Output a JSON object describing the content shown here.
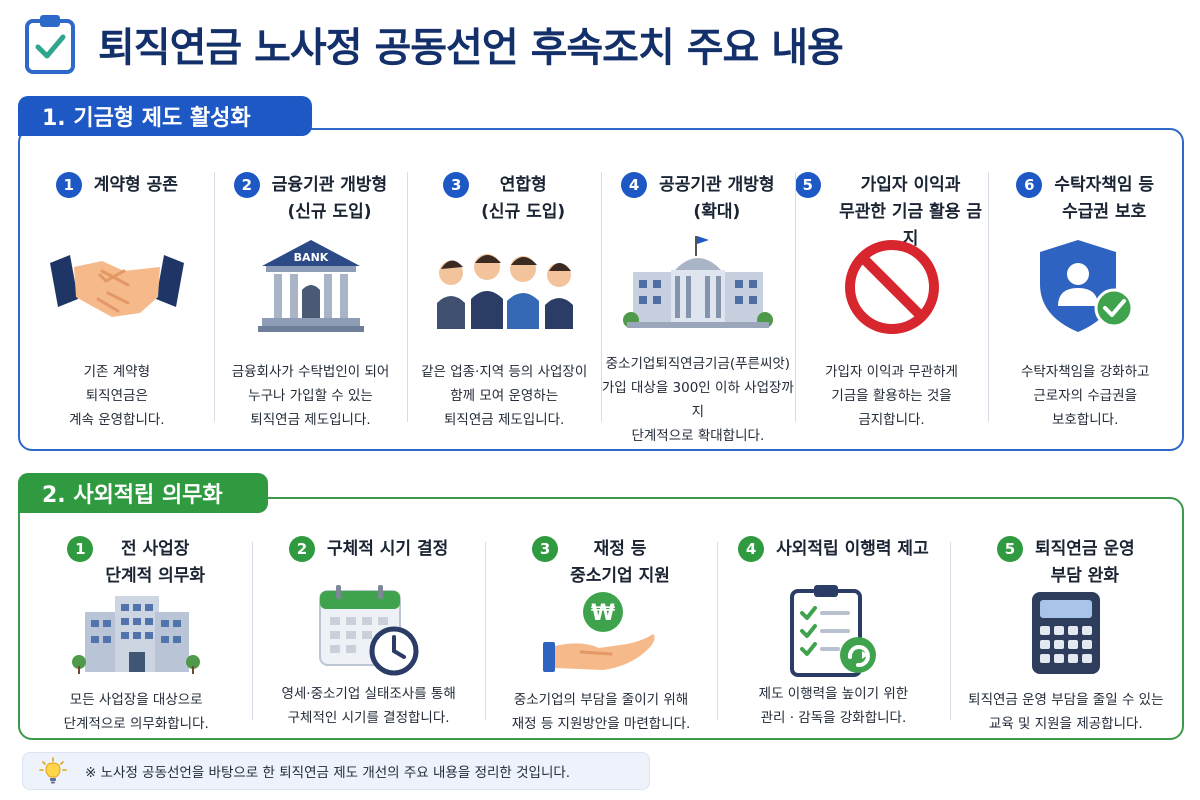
{
  "header": {
    "title": "퇴직연금 노사정 공동선언 후속조치 주요 내용",
    "icon": "clipboard-check-icon"
  },
  "section1": {
    "tab_label": "1. 기금형 제도 활성화",
    "color": "#1d58c4",
    "cards": [
      {
        "num": "1",
        "title": "계약형 공존",
        "icon": "handshake-icon",
        "desc": "기존 계약형\n퇴직연금은\n계속 운영합니다."
      },
      {
        "num": "2",
        "title": "금융기관 개방형\n(신규 도입)",
        "icon": "bank-icon",
        "bank_label": "BANK",
        "desc": "금융회사가 수탁법인이 되어\n누구나 가입할 수 있는\n퇴직연금 제도입니다."
      },
      {
        "num": "3",
        "title": "연합형\n(신규 도입)",
        "icon": "workers-group-icon",
        "desc": "같은 업종·지역 등의 사업장이\n함께 모여 운영하는\n퇴직연금 제도입니다."
      },
      {
        "num": "4",
        "title": "공공기관 개방형\n(확대)",
        "icon": "public-building-icon",
        "desc": "중소기업퇴직연금기금(푸른씨앗)\n가입 대상을 300인 이하 사업장까지\n단계적으로 확대합니다."
      },
      {
        "num": "5",
        "title": "가입자 이익과\n무관한 기금 활용 금지",
        "icon": "prohibited-icon",
        "desc": "가입자 이익과 무관하게\n기금을 활용하는 것을\n금지합니다."
      },
      {
        "num": "6",
        "title": "수탁자책임 등\n수급권 보호",
        "icon": "shield-user-icon",
        "desc": "수탁자책임을 강화하고\n근로자의 수급권을\n보호합니다."
      }
    ]
  },
  "section2": {
    "tab_label": "2. 사외적립 의무화",
    "color": "#2f9a3f",
    "cards": [
      {
        "num": "1",
        "title": "전 사업장\n단계적 의무화",
        "icon": "office-building-icon",
        "desc": "모든 사업장을 대상으로\n단계적으로 의무화합니다."
      },
      {
        "num": "2",
        "title": "구체적 시기 결정",
        "icon": "calendar-clock-icon",
        "desc": "영세·중소기업 실태조사를 통해\n구체적인 시기를 결정합니다."
      },
      {
        "num": "3",
        "title": "재정 등\n중소기업 지원",
        "icon": "hand-coin-icon",
        "coin_symbol": "₩",
        "desc": "중소기업의 부담을 줄이기 위해\n재정 등 지원방안을 마련합니다."
      },
      {
        "num": "4",
        "title": "사외적립 이행력 제고",
        "icon": "checklist-icon",
        "desc": "제도 이행력을 높이기 위한\n관리 · 감독을 강화합니다."
      },
      {
        "num": "5",
        "title": "퇴직연금 운영\n부담 완화",
        "icon": "calculator-icon",
        "desc": "퇴직연금 운영 부담을 줄일 수 있는\n교육 및 지원을 제공합니다."
      }
    ]
  },
  "footnote": {
    "icon": "lightbulb-icon",
    "text": "※ 노사정 공동선언을 바탕으로 한 퇴직연금 제도 개선의 주요 내용을 정리한 것입니다."
  }
}
